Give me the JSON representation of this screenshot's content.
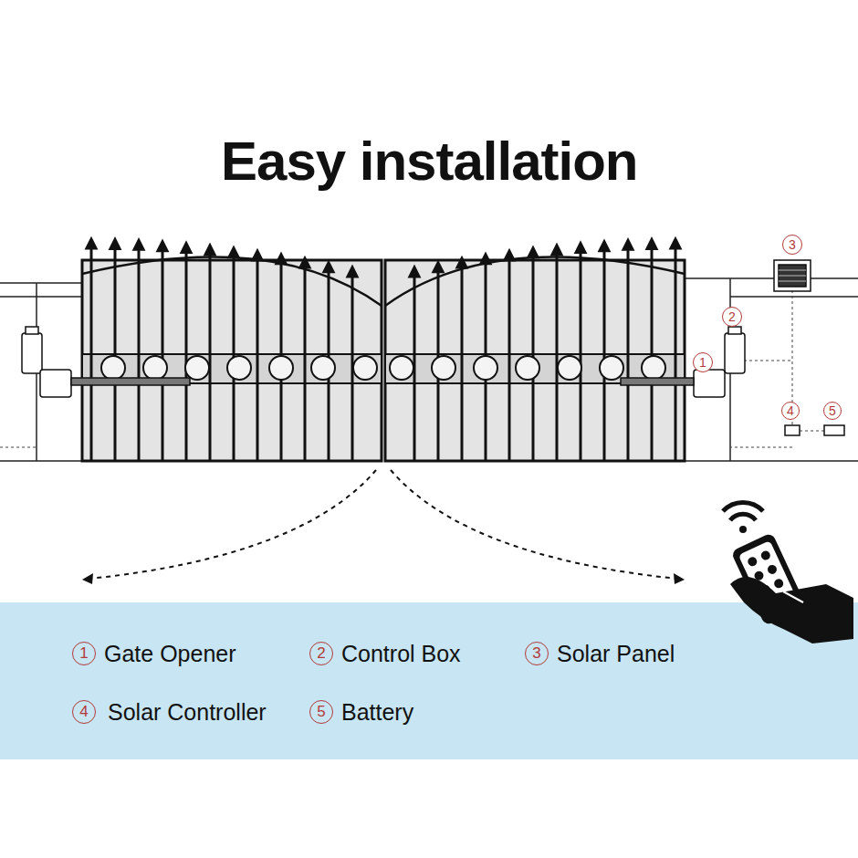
{
  "diagram": {
    "title": "Easy installation",
    "labels": [
      "3",
      "2",
      "1",
      "4",
      "5",
      "1",
      "2",
      "3",
      "4",
      "5"
    ],
    "legend": [
      {
        "text": "Gate Opener"
      },
      {
        "text": "Control Box"
      },
      {
        "text": "Solar Panel"
      },
      {
        "text": "Solar Controller"
      },
      {
        "text": "Battery"
      }
    ]
  }
}
